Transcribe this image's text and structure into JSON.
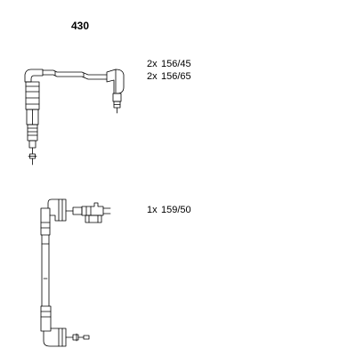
{
  "header": {
    "part_number": "430"
  },
  "sets": [
    {
      "specs": [
        {
          "qty": "2x",
          "size": "156/45"
        },
        {
          "qty": "2x",
          "size": "156/65"
        }
      ]
    },
    {
      "specs": [
        {
          "qty": "1x",
          "size": "159/50"
        }
      ]
    }
  ],
  "colors": {
    "line": "#000000",
    "background": "#ffffff"
  }
}
